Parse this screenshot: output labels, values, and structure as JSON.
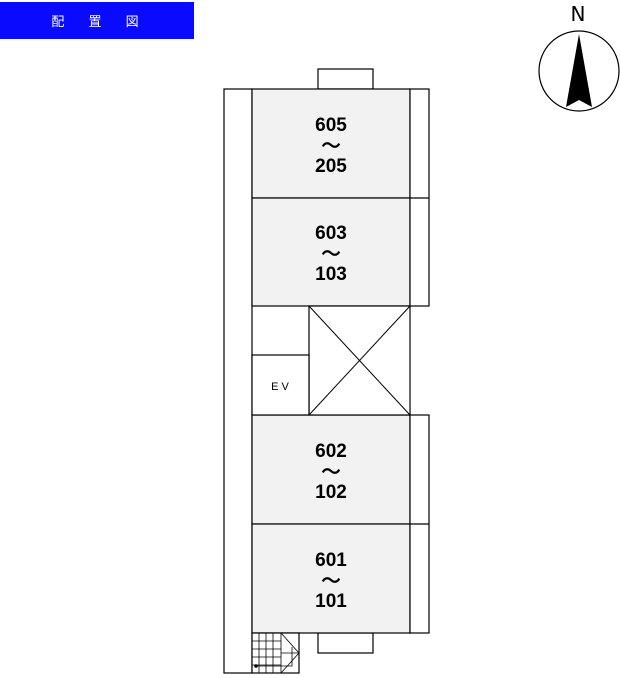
{
  "title": "配 置 図",
  "compass": {
    "label": "N",
    "icon": "north-arrow-icon"
  },
  "elevator": {
    "label": "E V"
  },
  "stair_icon": "staircase-icon",
  "void_icon": "open-void-icon",
  "units": [
    {
      "top": "605",
      "sep": "～",
      "bottom": "205"
    },
    {
      "top": "603",
      "sep": "～",
      "bottom": "103"
    },
    {
      "top": "602",
      "sep": "～",
      "bottom": "102"
    },
    {
      "top": "601",
      "sep": "～",
      "bottom": "101"
    }
  ],
  "colors": {
    "banner": "#0a0aff",
    "room_fill": "#f2f2f2",
    "line": "#000000"
  }
}
